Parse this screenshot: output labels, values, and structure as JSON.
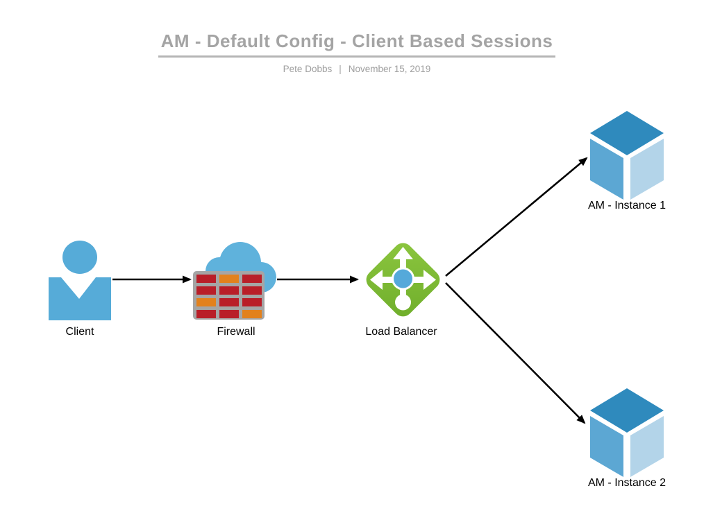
{
  "header": {
    "title": "AM - Default Config - Client Based Sessions",
    "author": "Pete Dobbs",
    "separator": "|",
    "date": "November 15, 2019"
  },
  "diagram": {
    "nodes": [
      {
        "id": "client",
        "label": "Client",
        "icon": "person-icon"
      },
      {
        "id": "firewall",
        "label": "Firewall",
        "icon": "firewall-cloud-icon"
      },
      {
        "id": "load-balancer",
        "label": "Load Balancer",
        "icon": "load-balancer-icon"
      },
      {
        "id": "am-instance-1",
        "label": "AM - Instance 1",
        "icon": "cube-icon"
      },
      {
        "id": "am-instance-2",
        "label": "AM - Instance 2",
        "icon": "cube-icon"
      }
    ],
    "edges": [
      {
        "from": "client",
        "to": "firewall"
      },
      {
        "from": "firewall",
        "to": "load-balancer"
      },
      {
        "from": "load-balancer",
        "to": "am-instance-1"
      },
      {
        "from": "load-balancer",
        "to": "am-instance-2"
      }
    ],
    "colors": {
      "person_blue": "#56abd8",
      "cloud_blue": "#5fb2dc",
      "brick_red": "#b91e28",
      "brick_orange": "#e2811d",
      "wall_gray": "#a5a5a5",
      "lb_green_light": "#8cc63f",
      "lb_green_dark": "#6fae2b",
      "lb_center_blue": "#55a9da",
      "cube_top": "#2f8abd",
      "cube_left": "#5ca7d3",
      "cube_right": "#b3d4e9",
      "arrow_black": "#000000",
      "title_gray": "#a4a4a4"
    }
  }
}
